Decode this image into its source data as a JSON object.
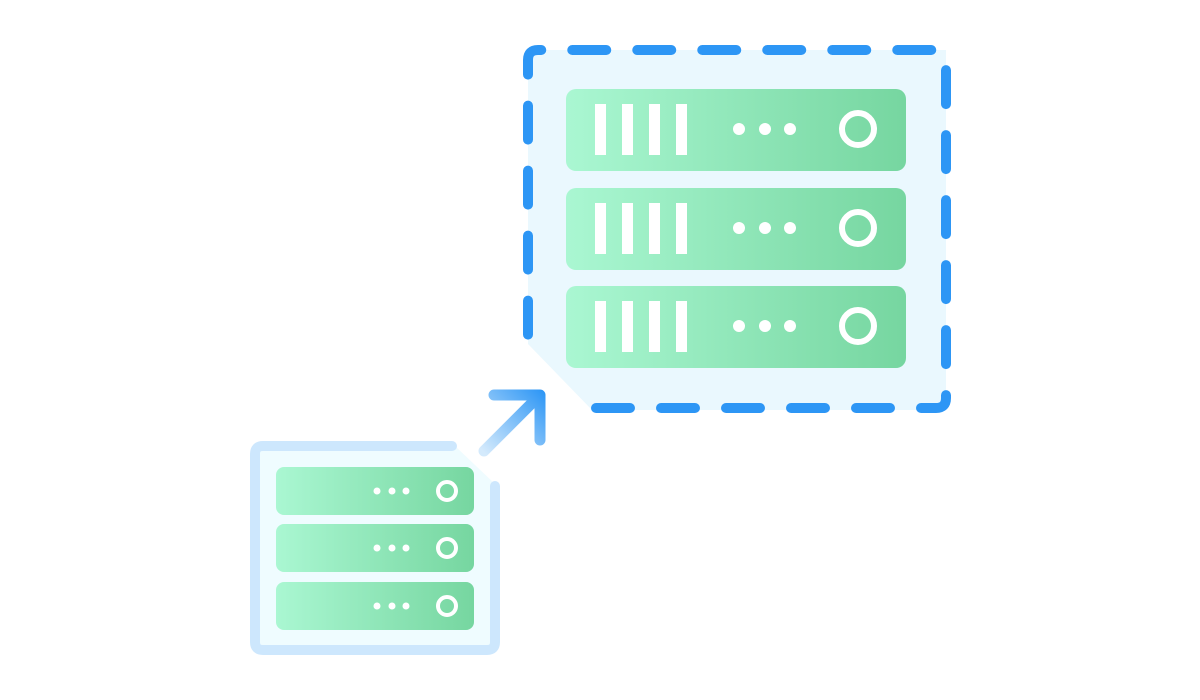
{
  "illustration": {
    "subject": "server-scale-up",
    "icons": [
      "small-server-rack-icon",
      "scale-arrow-icon",
      "large-server-rack-icon"
    ],
    "small_rack": {
      "units": 3
    },
    "large_rack": {
      "units": 3
    },
    "colors": {
      "background": "#ffffff",
      "dashed_border": "#2d96f5",
      "large_panel_fill": "#eaf8fe",
      "small_panel_fill": "#effcff",
      "small_panel_border": "#cde7fd",
      "server_gradient_start": "#aaf7d2",
      "server_gradient_end": "#76d6a0",
      "arrow_gradient_start": "#c4e1fb",
      "arrow_gradient_end": "#2d96f5",
      "server_detail": "#ffffff"
    }
  }
}
